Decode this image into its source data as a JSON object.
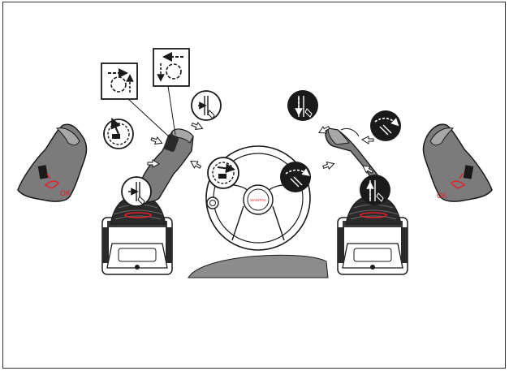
{
  "labels": {
    "ok_left": "OK",
    "ok_right": "OK",
    "wheel_logo": "MANITOU"
  },
  "colors": {
    "outline": "#1a1a1a",
    "grip_fill": "#7b7b7b",
    "grip_light": "#a7a7a7",
    "dark_fill": "#2a2a2a",
    "boot_fill": "#3a3a3a",
    "accent_red": "#e4202a",
    "dash_fill": "#8c8c8c",
    "background": "#ffffff"
  },
  "icons": [
    "joystick-grip-left-icon",
    "joystick-grip-right-icon",
    "joystick-base-left-icon",
    "joystick-base-right-icon",
    "steering-wheel-icon",
    "finger-press-ok-icon",
    "circular-move-left-icon",
    "circular-move-right-icon",
    "boom-raise-icon",
    "boom-lower-icon",
    "boom-tilt-icon",
    "rotation-direction-arrow-icon"
  ]
}
